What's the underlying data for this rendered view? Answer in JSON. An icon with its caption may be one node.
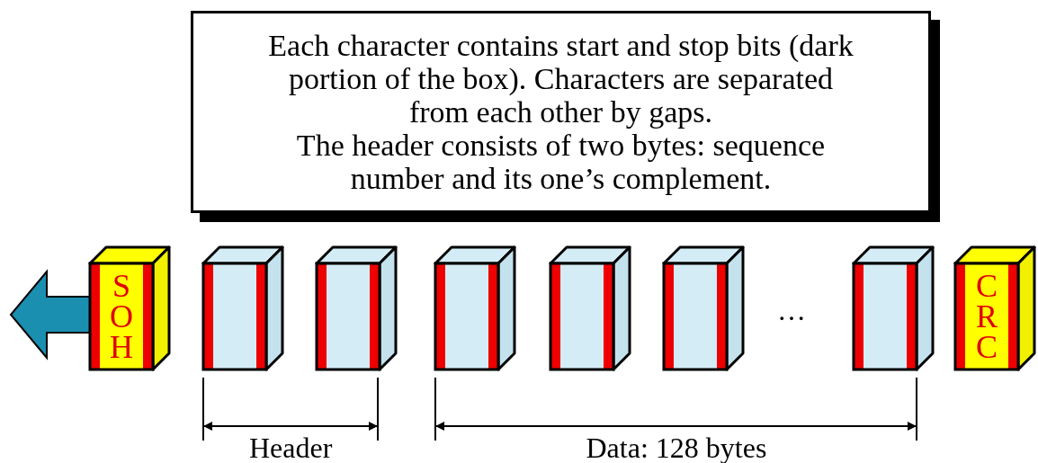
{
  "diagram": {
    "nodes": [
      {
        "text": [
          "Each character contains start and stop bits (dark portion of the box). Characters are separated from each other by gaps.",
          "The header consists of two bytes: sequence number and its one’s complement."
        ]
      },
      {
        "text": [
          "SOH"
        ]
      },
      {
        "text": [],
        "shape": "box"
      },
      {
        "text": [],
        "shape": "box"
      },
      {
        "text": [],
        "shape": "box"
      },
      {
        "text": [],
        "shape": "box"
      },
      {
        "text": [],
        "shape": "box"
      },
      {
        "text": [],
        "shape": "box"
      },
      {
        "text": [
          "CRC"
        ]
      }
    ],
    "labels": [
      "…",
      "Header",
      "Data: 128 bytes"
    ]
  }
}
